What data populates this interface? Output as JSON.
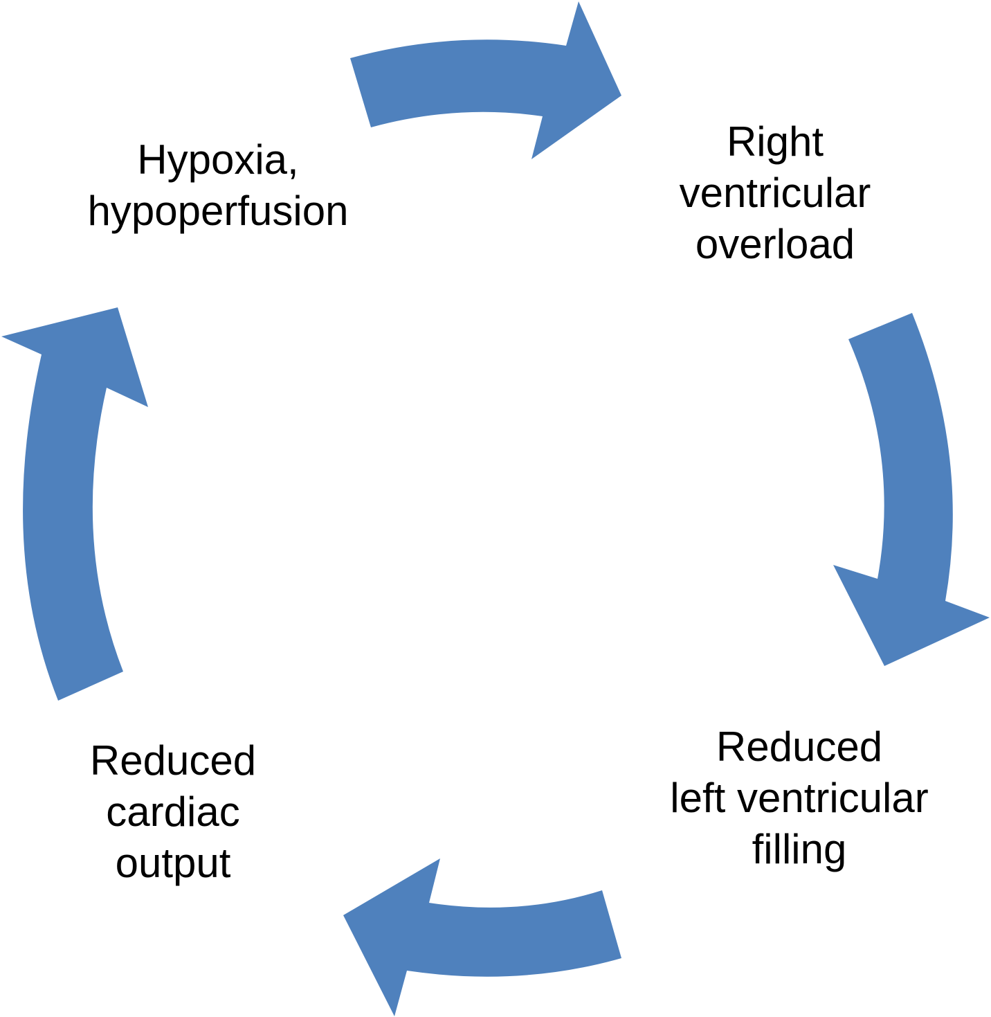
{
  "diagram": {
    "type": "cycle",
    "arrow_color": "#4f81bd",
    "nodes": [
      {
        "id": "hypoxia",
        "lines": [
          "Hypoxia,",
          "hypoperfusion"
        ]
      },
      {
        "id": "rv_overload",
        "lines": [
          "Right",
          "ventricular",
          "overload"
        ]
      },
      {
        "id": "lv_filling",
        "lines": [
          "Reduced",
          "left ventricular",
          "filling"
        ]
      },
      {
        "id": "cardiac_output",
        "lines": [
          "Reduced",
          "cardiac",
          "output"
        ]
      }
    ],
    "edges": [
      {
        "from": "hypoxia",
        "to": "rv_overload"
      },
      {
        "from": "rv_overload",
        "to": "lv_filling"
      },
      {
        "from": "lv_filling",
        "to": "cardiac_output"
      },
      {
        "from": "cardiac_output",
        "to": "hypoxia"
      }
    ]
  }
}
